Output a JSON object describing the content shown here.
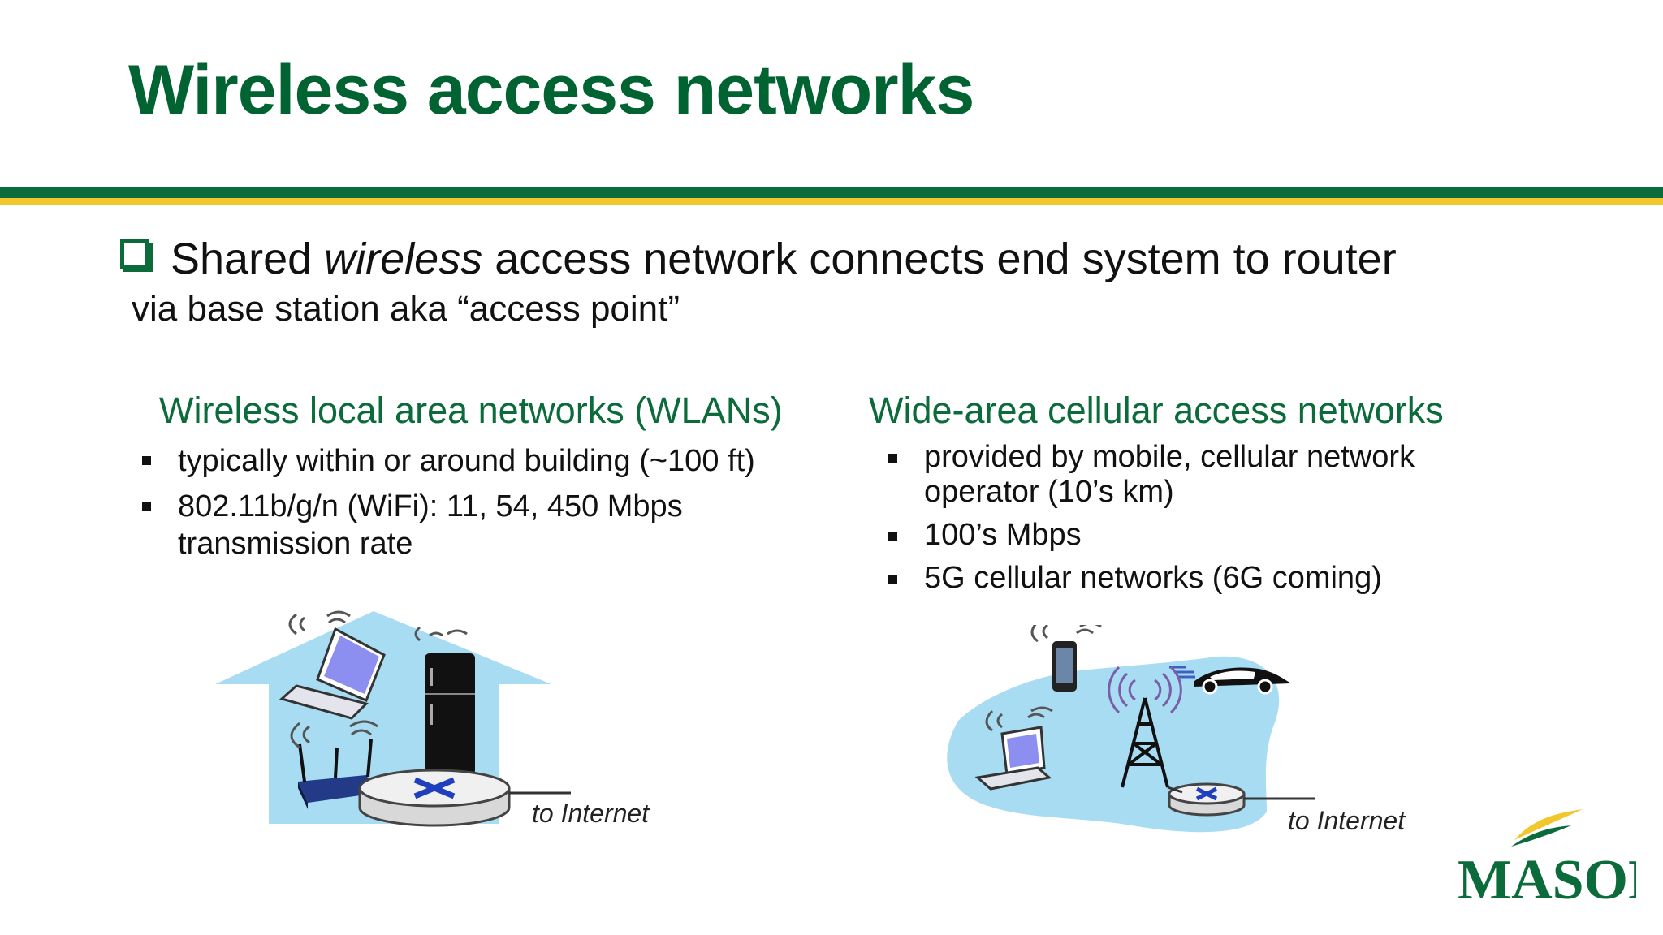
{
  "title": "Wireless access networks",
  "main": {
    "pre": "Shared ",
    "italic": "wireless",
    "post": " access network connects end system to router",
    "line2": "via base station aka “access point”"
  },
  "left": {
    "heading": "Wireless local area networks (WLANs)",
    "bullets": [
      "typically within or around building (~100 ft)",
      "802.11b/g/n (WiFi): 11, 54, 450 Mbps transmission rate"
    ],
    "label": "to Internet"
  },
  "right": {
    "heading": "Wide-area cellular access networks",
    "bullets": [
      "provided by mobile, cellular network operator (10’s km)",
      "100’s Mbps",
      "5G cellular networks (6G coming)"
    ],
    "label": "to Internet"
  },
  "logo": {
    "text": "MASON"
  },
  "colors": {
    "brand_green": "#0b6b3a",
    "brand_gold": "#f2c72b",
    "illustration_blue": "#a8dcf2"
  }
}
